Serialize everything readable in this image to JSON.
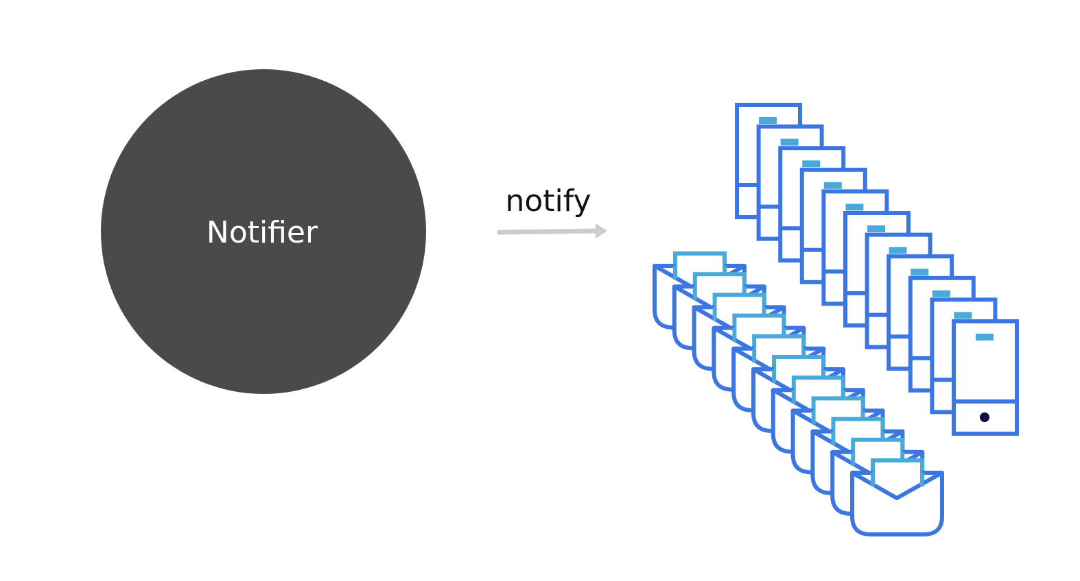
{
  "diagram": {
    "source_node": {
      "label": "Notifier",
      "fill_color": "#4a4a4a",
      "text_color": "#ffffff"
    },
    "edge": {
      "label": "notify",
      "text_color": "#111111",
      "arrow_color": "#cccccc"
    },
    "targets": {
      "phones": {
        "icon": "smartphone-icon",
        "count": 11,
        "stroke_color": "#3b76e1",
        "accent_color": "#49a9d8",
        "button_color": "#0a0f3d"
      },
      "envelopes": {
        "icon": "envelope-icon",
        "count": 11,
        "stroke_color": "#3b76e1",
        "letter_color": "#49a9d8"
      }
    }
  }
}
